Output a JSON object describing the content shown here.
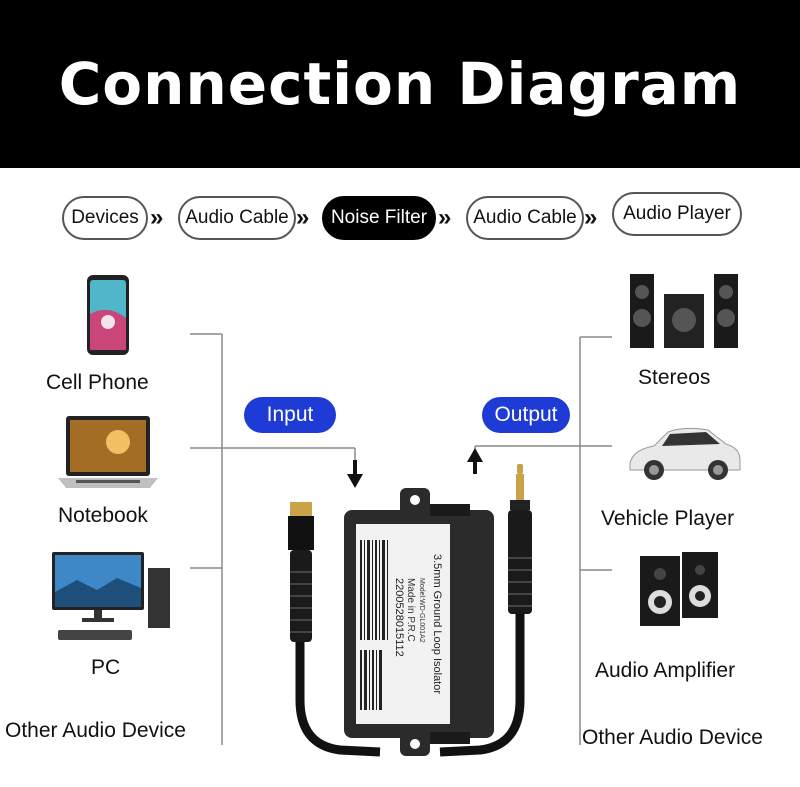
{
  "header": {
    "title": "Connection Diagram"
  },
  "flow": {
    "steps": [
      "Devices",
      "Audio Cable",
      "Noise Filter",
      "Audio Cable",
      "Audio Player"
    ],
    "active_step": "Noise Filter"
  },
  "input_devices": [
    {
      "label": "Cell Phone",
      "icon": "cell-phone-icon"
    },
    {
      "label": "Notebook",
      "icon": "notebook-icon"
    },
    {
      "label": "PC",
      "icon": "pc-icon"
    },
    {
      "label": "Other Audio Device",
      "icon": ""
    }
  ],
  "output_devices": [
    {
      "label": "Stereos",
      "icon": "stereos-icon"
    },
    {
      "label": "Vehicle Player",
      "icon": "car-icon"
    },
    {
      "label": "Audio Amplifier",
      "icon": "speakers-icon"
    },
    {
      "label": "Other Audio Device",
      "icon": ""
    }
  ],
  "tags": {
    "input": "Input",
    "output": "Output"
  },
  "isolator": {
    "name": "3.5mm Ground Loop Isolator",
    "model": "Model:WD-GL001A2",
    "origin": "Made in P.R.C",
    "serial": "2200528015112"
  },
  "colors": {
    "header_bg": "#000000",
    "tag_bg": "#1f3bd6",
    "line": "#888888",
    "box": "#2b2b2b"
  }
}
